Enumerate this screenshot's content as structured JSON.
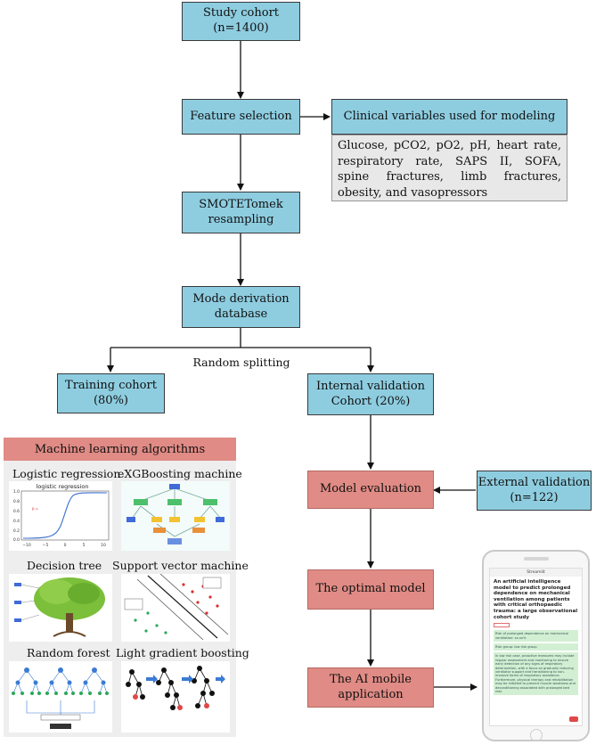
{
  "nodes": {
    "study_cohort": "Study cohort\n(n=1400)",
    "feature_selection": "Feature selection",
    "clinical_vars_title": "Clinical variables used for modeling",
    "clinical_vars_body": "Glucose, pCO2, pO2, pH, heart rate, respiratory rate, SAPS II, SOFA, spine fractures, limb fractures, obesity, and vasopressors",
    "smotetomek": "SMOTETomek\nresampling",
    "derivation": "Mode derivation\ndatabase",
    "random_splitting": "Random splitting",
    "training": "Training cohort\n(80%)",
    "internal_validation": "Internal validation\nCohort (20%)",
    "model_evaluation": "Model evaluation",
    "external_validation": "External validation\n(n=122)",
    "optimal_model": "The optimal model",
    "ai_app": "The AI mobile\napplication"
  },
  "ml_panel": {
    "title": "Machine learning algorithms",
    "algorithms": [
      "Logistic regression",
      "eXGBoosting machine",
      "Decision tree",
      "Support vector machine",
      "Random forest",
      "Light gradient boosting"
    ],
    "logistic_plot": {
      "title": "logistic regression",
      "x_ticks": [
        "−10",
        "−5",
        "0",
        "5",
        "10"
      ],
      "y_ticks": [
        "1.0",
        "0.8",
        "0.6",
        "0.4",
        "0.2",
        "0.0"
      ]
    }
  },
  "phone_app": {
    "bar": "Streamlit",
    "title": "An artificial intelligence model to predict prolonged dependence on mechanical ventilation among patients with critical orthopaedic trauma: a large observational cohort study",
    "cards": [
      "Risk of prolonged dependence on mechanical ventilation: xx.xx%",
      "Risk group: low risk group",
      "In low risk case, proactive measures may include regular assessment and monitoring to ensure early detection of any signs of respiratory deterioration, with a focus on gradually reducing ventilator support and transitioning to non-invasive forms of respiratory assistance. Furthermore, physical therapy and rehabilitation may be initiated to prevent muscle weakness and deconditioning associated with prolonged bed rest."
    ]
  },
  "colors": {
    "blue": "#8ecde0",
    "red": "#e08b85",
    "gray": "#e8e8e8"
  }
}
